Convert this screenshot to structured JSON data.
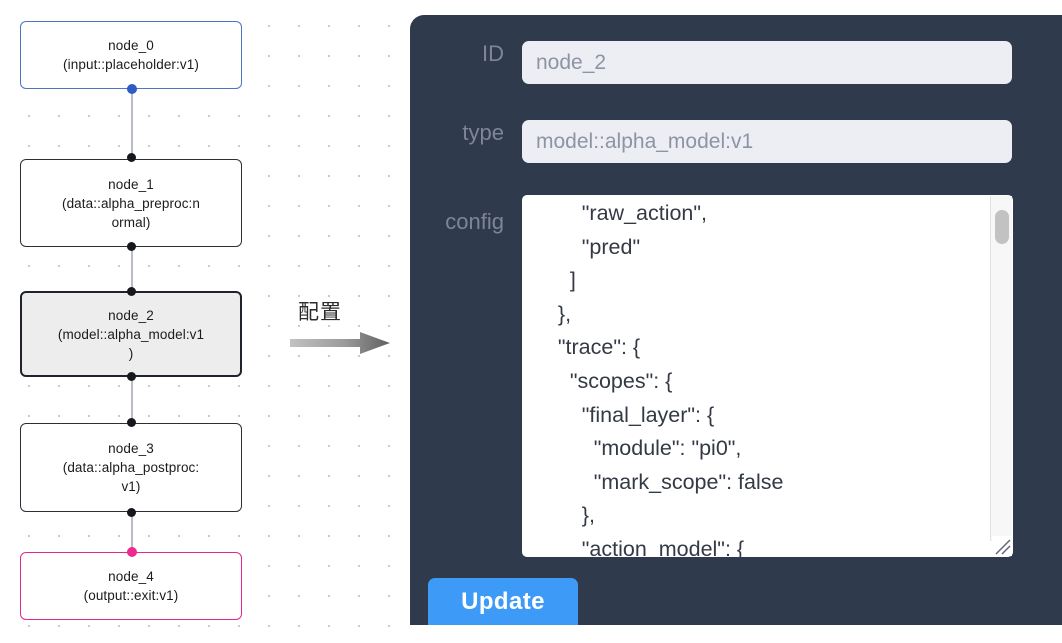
{
  "canvas": {
    "name": "node-graph-canvas",
    "nodes": [
      {
        "id": "node_0",
        "label": "node_0\n(input::placeholder:v1)",
        "style": "blue",
        "selected": false
      },
      {
        "id": "node_1",
        "label": "node_1\n(data::alpha_preproc:n\normal)",
        "style": "plain",
        "selected": false
      },
      {
        "id": "node_2",
        "label": "node_2\n(model::alpha_model:v1\n)",
        "style": "selected",
        "selected": true
      },
      {
        "id": "node_3",
        "label": "node_3\n(data::alpha_postproc:\nv1)",
        "style": "plain",
        "selected": false
      },
      {
        "id": "node_4",
        "label": "node_4\n(output::exit:v1)",
        "style": "pink",
        "selected": false
      }
    ],
    "edges": [
      "node_0->node_1",
      "node_1->node_2",
      "node_2->node_3",
      "node_3->node_4"
    ],
    "colors": {
      "blue_border": "#4b76c6",
      "plain_border": "#2b2f38",
      "selected_border": "#1f232b",
      "selected_fill": "#ededed",
      "pink_border": "#e5268c",
      "edge": "#b8bcc4",
      "handle": "#16181d",
      "grid_dot": "#c9ccd3"
    }
  },
  "arrow": {
    "label": "配置",
    "name": "configure-arrow",
    "color_start": "#bdbdbd",
    "color_end": "#6b6b6b"
  },
  "panel": {
    "name": "node-config-panel",
    "background": "#303a4d",
    "fields": {
      "id": {
        "label": "ID",
        "value": "node_2",
        "placeholder": "node_2"
      },
      "type": {
        "label": "type",
        "value": "model::alpha_model:v1",
        "placeholder": "model::alpha_model:v1"
      },
      "config": {
        "label": "config",
        "value": "        \"raw_action\",\n        \"pred\"\n      ]\n    },\n    \"trace\": {\n      \"scopes\": {\n        \"final_layer\": {\n          \"module\": \"pi0\",\n          \"mark_scope\": false\n        },\n        \"action_model\": {",
        "scroll_position": "middle"
      }
    },
    "update_button": {
      "label": "Update",
      "color": "#3d9bf7"
    }
  }
}
